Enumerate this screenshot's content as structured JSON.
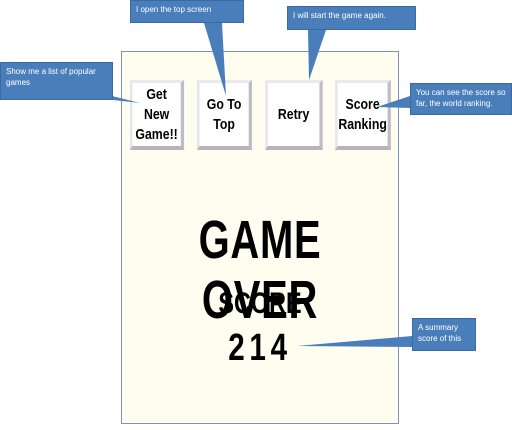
{
  "buttons": {
    "new_game": "Get New\nGame!!",
    "go_top": "Go To\nTop",
    "retry": "Retry",
    "ranking": "Score\nRanking"
  },
  "game": {
    "title": "GAME OVER",
    "score_label": "SCORE",
    "score_value": "214"
  },
  "annotations": {
    "new_game": "Show me a list of popular games",
    "go_top": "I open the top screen",
    "retry": "I will start the game again.",
    "ranking": "You can see the score so far, the world ranking.",
    "score": "A summary score of this"
  },
  "colors": {
    "annotation_bg": "#4a7ebb",
    "screen_bg": "#fffdf0"
  }
}
